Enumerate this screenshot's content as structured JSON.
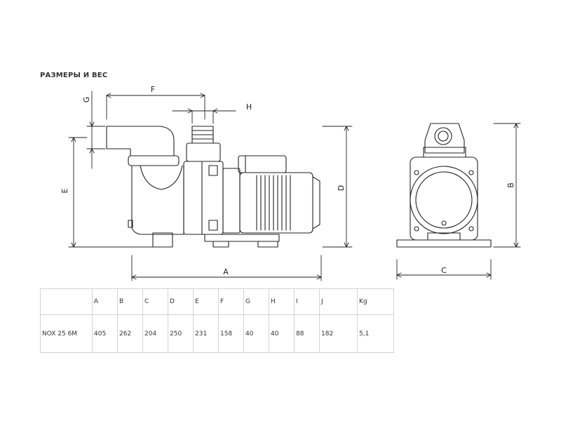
{
  "heading": "РАЗМЕРЫ И ВЕС",
  "dimension_labels": {
    "A": "A",
    "B": "B",
    "C": "C",
    "D": "D",
    "E": "E",
    "F": "F",
    "G": "G",
    "H": "H"
  },
  "table": {
    "columns": [
      "",
      "A",
      "B",
      "C",
      "D",
      "E",
      "F",
      "G",
      "H",
      "I",
      "J",
      "Kg"
    ],
    "rows": [
      [
        "NOX 25 6M",
        "405",
        "262",
        "204",
        "250",
        "231",
        "158",
        "40",
        "40",
        "88",
        "182",
        "5,1"
      ]
    ]
  }
}
